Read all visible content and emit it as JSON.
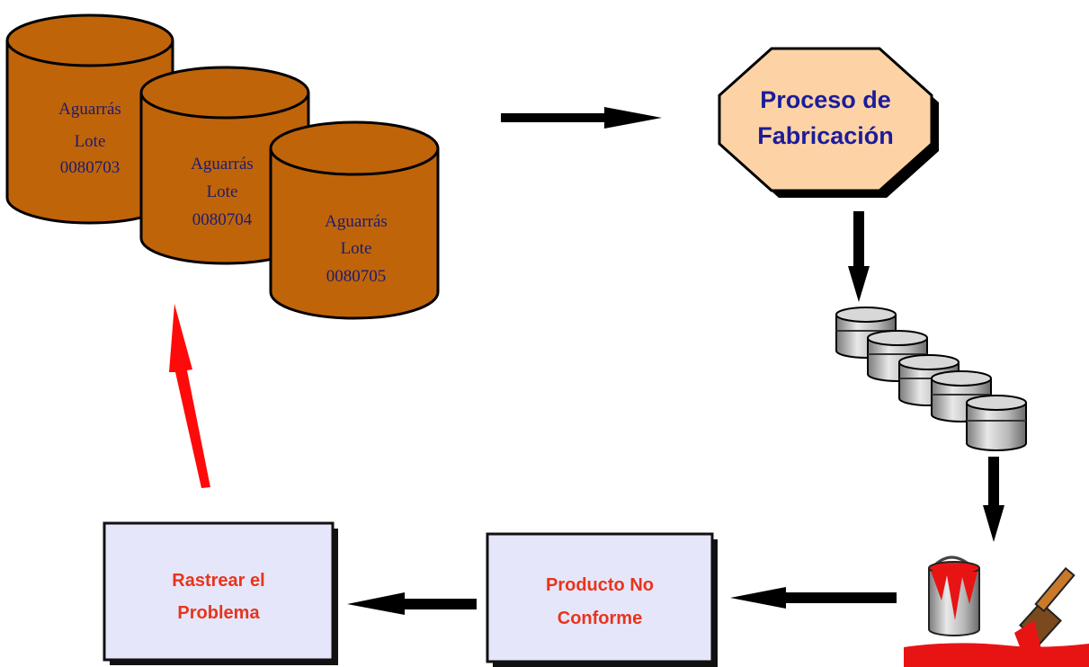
{
  "batches": [
    {
      "name": "Aguarrás",
      "lot_label": "Lote",
      "lot_number": "0080703"
    },
    {
      "name": "Aguarrás",
      "lot_label": "Lote",
      "lot_number": "0080704"
    },
    {
      "name": "Aguarrás",
      "lot_label": "Lote",
      "lot_number": "0080705"
    }
  ],
  "process": {
    "line1": "Proceso de",
    "line2": "Fabricación"
  },
  "nonconforming": {
    "line1": "Producto No",
    "line2": "Conforme"
  },
  "trace": {
    "line1": "Rastrear el",
    "line2": "Problema"
  },
  "colors": {
    "drum": "#c0640a",
    "process_fill": "#fdd3a6",
    "box_fill": "#e6e6fa",
    "box_text": "#e8341c",
    "trace_arrow": "#ff0a0a",
    "flow_arrow": "#000000",
    "drum_text": "#1c1c6e",
    "process_text": "#1c1c9a"
  },
  "icons": [
    "small-drum-icon",
    "paint-can-icon",
    "paint-brush-icon"
  ]
}
